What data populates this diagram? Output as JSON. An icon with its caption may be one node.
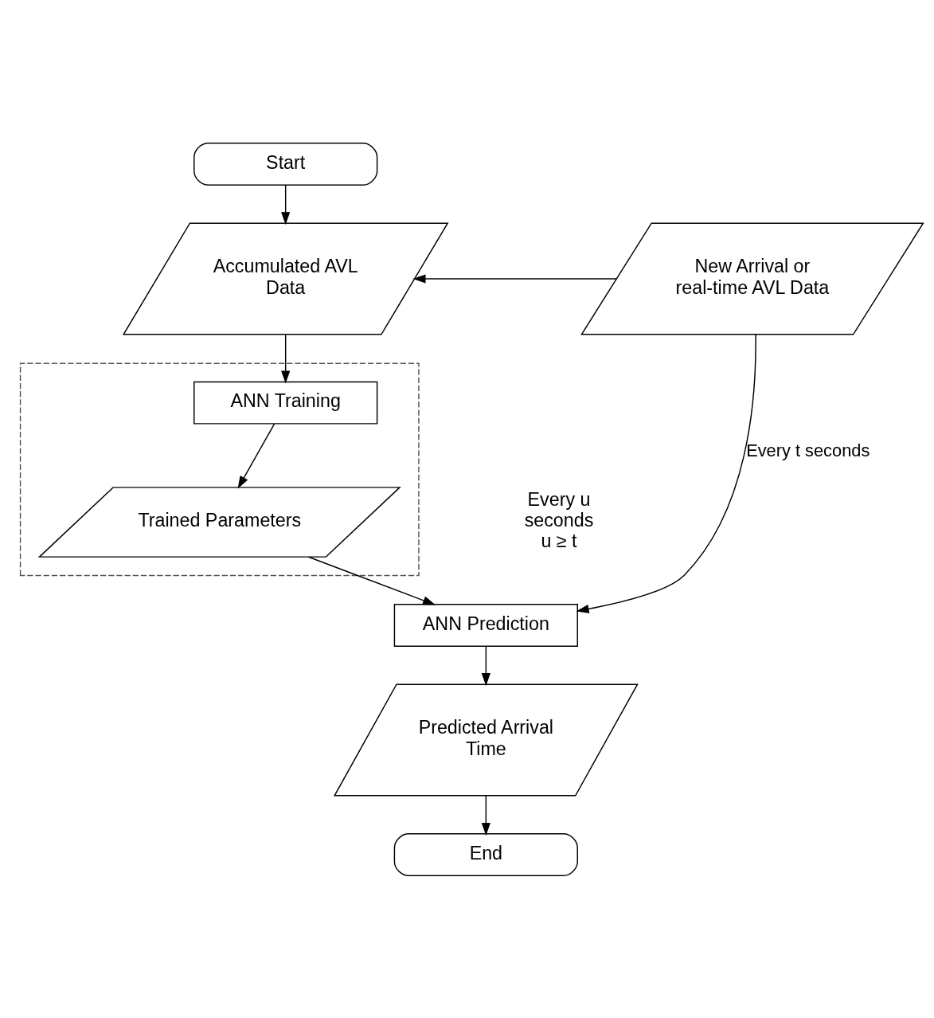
{
  "diagram": {
    "nodes": [
      {
        "text": [
          "Start"
        ]
      },
      {
        "text": [
          "Accumulated AVL Data"
        ]
      },
      {
        "text": [
          "New Arrival or real-time AVL Data"
        ]
      },
      {
        "text": [],
        "shape": "box"
      },
      {
        "text": [
          "ANN Training"
        ],
        "in": 3
      },
      {
        "text": [
          "Trained Parameters"
        ],
        "in": 3
      },
      {
        "text": [
          "ANN Prediction"
        ]
      },
      {
        "text": [
          "Predicted Arrival Time"
        ]
      },
      {
        "text": [
          "End"
        ]
      }
    ],
    "edges": [
      {
        "from": 0,
        "to": 1,
        "arrow": "to"
      },
      {
        "from": 2,
        "to": 1,
        "arrow": "to"
      },
      {
        "from": 1,
        "to": 4,
        "arrow": "to"
      },
      {
        "from": 4,
        "to": 5,
        "arrow": "to"
      },
      {
        "from": 5,
        "to": 6,
        "arrow": "to"
      },
      {
        "from": 2,
        "to": 6,
        "arrow": "to",
        "label": "Every t seconds"
      },
      {
        "from": 6,
        "to": 7,
        "arrow": "to"
      },
      {
        "from": 7,
        "to": 8,
        "arrow": "to"
      }
    ],
    "labels": [
      "Every u seconds u ≥ t"
    ]
  }
}
